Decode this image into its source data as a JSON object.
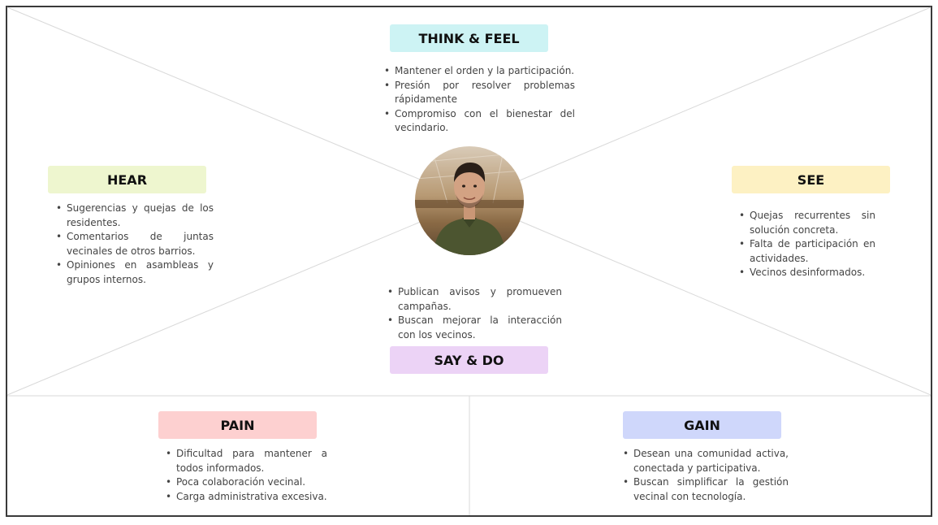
{
  "colors": {
    "think_feel": "#cdf3f4",
    "hear": "#eef6cf",
    "see": "#fdf1c3",
    "say_do": "#ecd3f6",
    "pain": "#fdd0d0",
    "gain": "#cfd7fb",
    "divider": "#d9d9d9",
    "border": "#3a3a3a"
  },
  "think_feel": {
    "title": "THINK & FEEL",
    "items": [
      "Mantener el orden y la participación.",
      "Presión por resolver problemas rápidamente",
      "Compromiso con el bienestar del vecindario."
    ]
  },
  "hear": {
    "title": "HEAR",
    "items": [
      "Sugerencias y quejas de los residentes.",
      "Comentarios de juntas vecinales de otros barrios.",
      "Opiniones en asambleas y grupos internos."
    ]
  },
  "see": {
    "title": "SEE",
    "items": [
      "Quejas recurrentes sin solución concreta.",
      "Falta de participación en actividades.",
      "Vecinos desinformados."
    ]
  },
  "say_do": {
    "title": "SAY & DO",
    "items": [
      "Publican avisos y promueven campañas.",
      "Buscan mejorar la interacción con los vecinos."
    ]
  },
  "pain": {
    "title": "PAIN",
    "items": [
      "Dificultad para mantener a todos informados.",
      "Poca colaboración vecinal.",
      "Carga administrativa excesiva."
    ]
  },
  "gain": {
    "title": "GAIN",
    "items": [
      "Desean una comunidad activa, conectada y participativa.",
      "Buscan simplificar la gestión vecinal con tecnología."
    ]
  }
}
